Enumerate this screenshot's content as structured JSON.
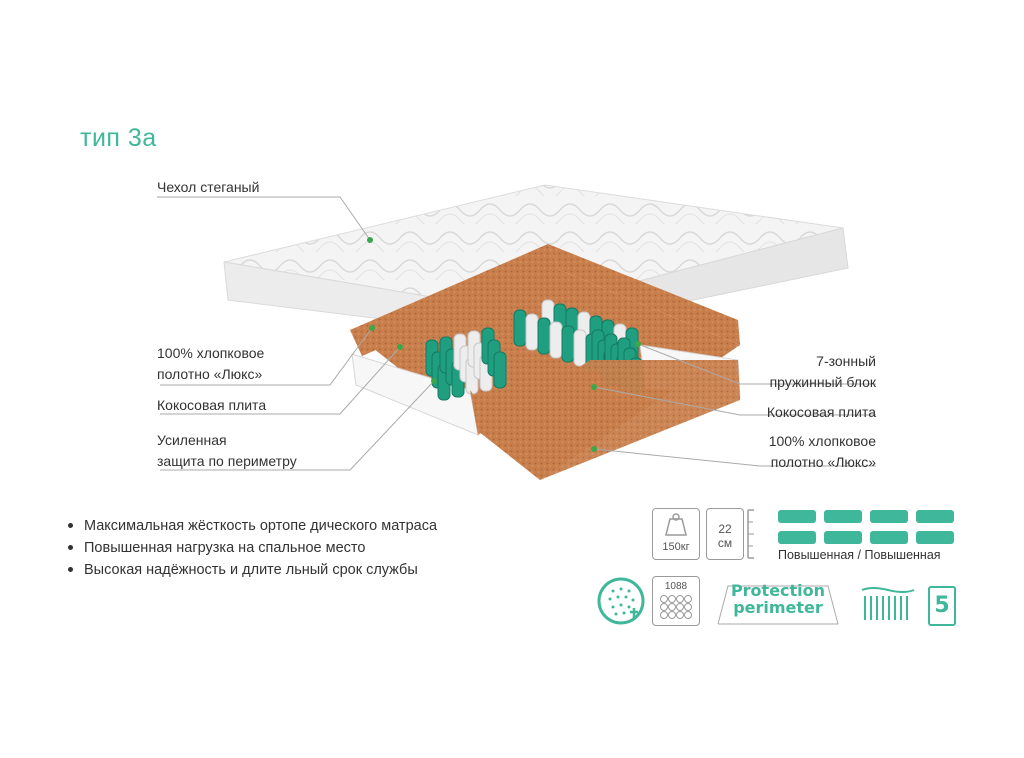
{
  "title": "тип 3а",
  "labels": {
    "cover": "Чехол стеганый",
    "cotton_left_1": "100% хлопковое",
    "cotton_left_2": "полотно «Люкс»",
    "coconut_left": "Кокосовая плита",
    "perimeter_1": "Усиленная",
    "perimeter_2": "защита по периметру",
    "springs_1": "7-зонный",
    "springs_2": "пружинный блок",
    "coconut_right": "Кокосовая плита",
    "cotton_right_1": "100% хлопковое",
    "cotton_right_2": "полотно «Люкс»"
  },
  "features": [
    "Максимальная жёсткость ортопе дического матраса",
    "Повышенная нагрузка на спальное место",
    "Высокая надёжность и длите льный срок службы"
  ],
  "icons": {
    "load": "150кг",
    "height_value": "22",
    "height_unit": "см",
    "springs_count": "1088",
    "protection_line1": "Protection",
    "protection_line2": "perimeter",
    "zones": "5",
    "stiffness": "Повышенная / Повышенная"
  },
  "colors": {
    "accent": "#3fb79a",
    "coconut": "#c97f4c",
    "spring_green": "#1f9e80",
    "dot": "#3aa84a"
  }
}
